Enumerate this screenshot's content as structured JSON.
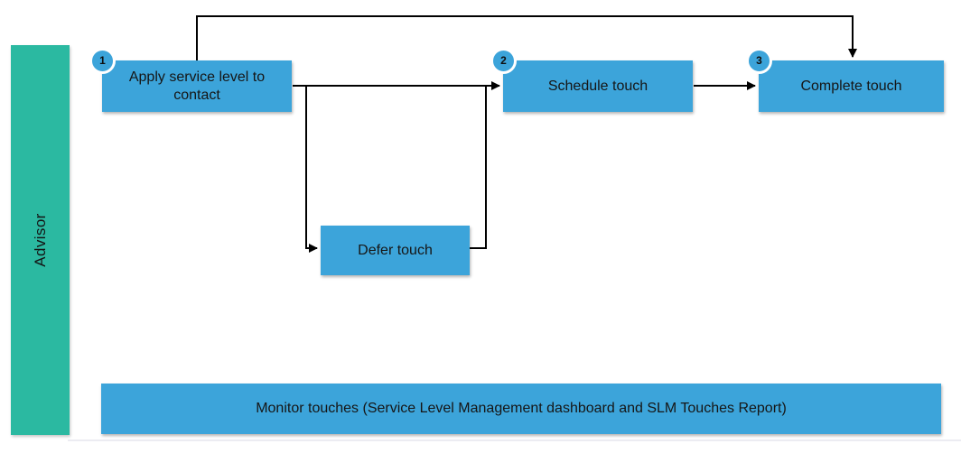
{
  "diagram": {
    "lane": {
      "label": "Advisor"
    },
    "nodes": {
      "apply": {
        "badge": "1",
        "label": "Apply service level to contact"
      },
      "schedule": {
        "badge": "2",
        "label": "Schedule touch"
      },
      "complete": {
        "badge": "3",
        "label": "Complete touch"
      },
      "defer": {
        "label": "Defer touch"
      },
      "monitor": {
        "label": "Monitor touches (Service Level Management dashboard and SLM Touches Report)"
      }
    },
    "connections": {
      "apply_to_complete": "Apply service level to contact -> Complete touch",
      "apply_to_schedule": "Apply service level to contact -> Schedule touch",
      "apply_to_defer": "Apply service level to contact -> Defer touch",
      "defer_to_schedule": "Defer touch -> Schedule touch",
      "schedule_to_complete": "Schedule touch -> Complete touch"
    },
    "colors": {
      "node_fill": "#3ca4da",
      "lane_fill": "#2bb9a1",
      "connector": "#000000",
      "text": "#161616"
    }
  }
}
